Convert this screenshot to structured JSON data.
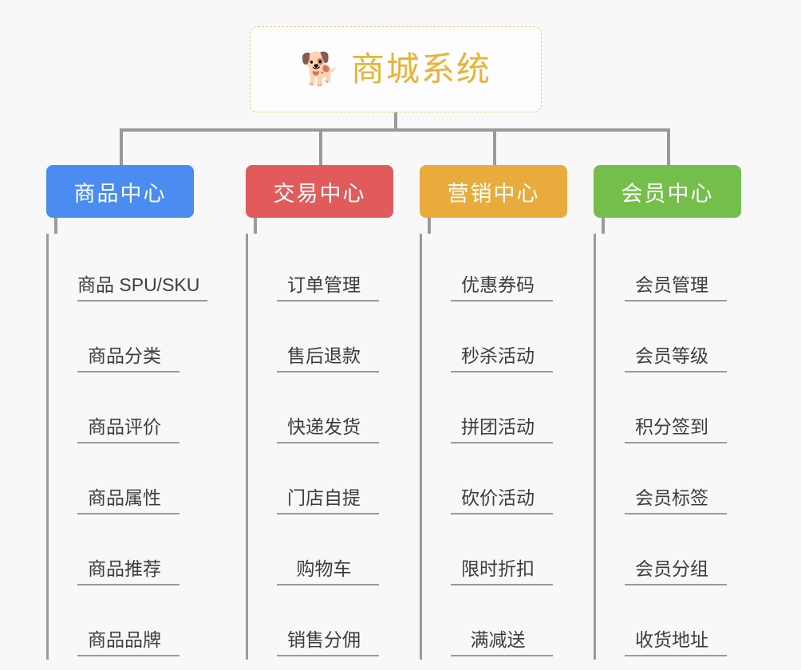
{
  "root": {
    "title": "商城系统",
    "emoji": "🐕",
    "emoji_name": "shiba-dog-face-icon",
    "title_color": "#e8b339",
    "border_color": "#eec97a"
  },
  "connector_color": "#9a9a9a",
  "background_color": "#f8f8f8",
  "branches": [
    {
      "id": "product-center",
      "label": "商品中心",
      "color": "#4a8cf0",
      "items": [
        "商品 SPU/SKU",
        "商品分类",
        "商品评价",
        "商品属性",
        "商品推荐",
        "商品品牌"
      ]
    },
    {
      "id": "trade-center",
      "label": "交易中心",
      "color": "#e15b5b",
      "items": [
        "订单管理",
        "售后退款",
        "快递发货",
        "门店自提",
        "购物车",
        "销售分佣"
      ]
    },
    {
      "id": "marketing-center",
      "label": "营销中心",
      "color": "#e8ab3c",
      "items": [
        "优惠券码",
        "秒杀活动",
        "拼团活动",
        "砍价活动",
        "限时折扣",
        "满减送"
      ]
    },
    {
      "id": "member-center",
      "label": "会员中心",
      "color": "#74bf4b",
      "items": [
        "会员管理",
        "会员等级",
        "积分签到",
        "会员标签",
        "会员分组",
        "收货地址"
      ]
    }
  ]
}
